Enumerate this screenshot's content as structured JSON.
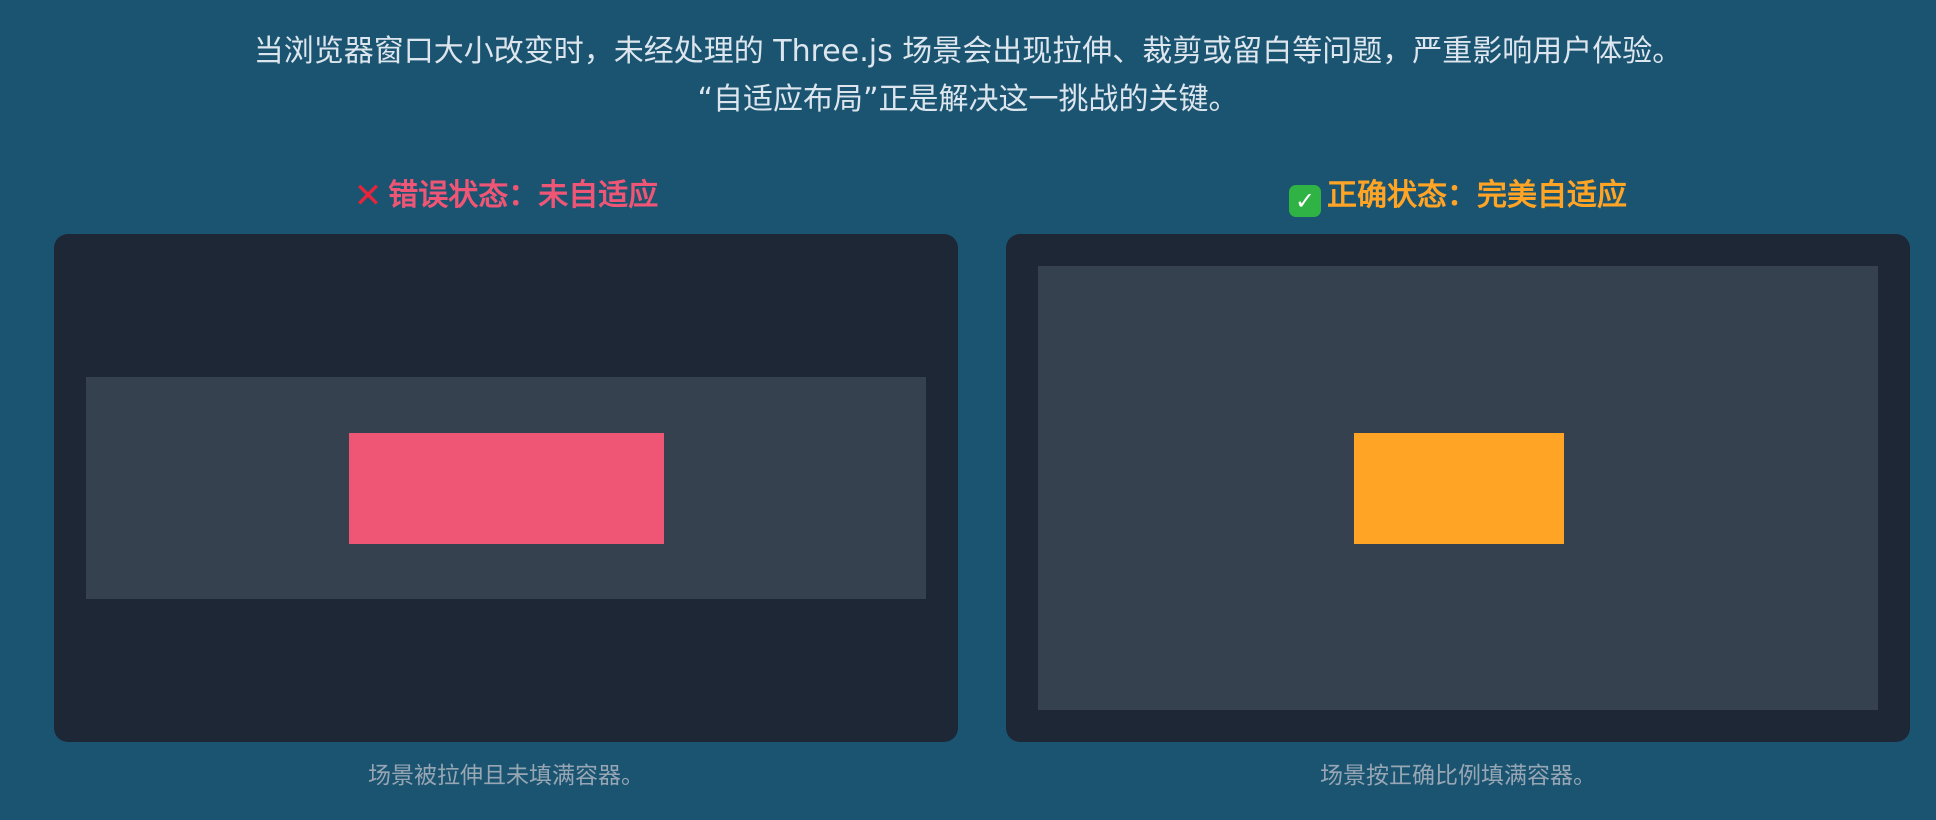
{
  "intro": {
    "line1": "当浏览器窗口大小改变时，未经处理的 Three.js 场景会出现拉伸、裁剪或留白等问题，严重影响用户体验。",
    "line2": "“自适应布局”正是解决这一挑战的关键。"
  },
  "panels": [
    {
      "icon": "cross-mark-icon",
      "icon_glyph": "✕",
      "title": "错误状态：未自适应",
      "caption": "场景被拉伸且未填满容器。",
      "accent": "#ef5575"
    },
    {
      "icon": "check-mark-icon",
      "icon_glyph": "✓",
      "title": "正确状态：完美自适应",
      "caption": "场景按正确比例填满容器。",
      "accent": "#ffa424"
    }
  ],
  "colors": {
    "background": "#1b5470",
    "frame": "#1d2736",
    "canvas": "#36414f",
    "error_accent": "#ef5575",
    "success_accent": "#ffa424"
  }
}
